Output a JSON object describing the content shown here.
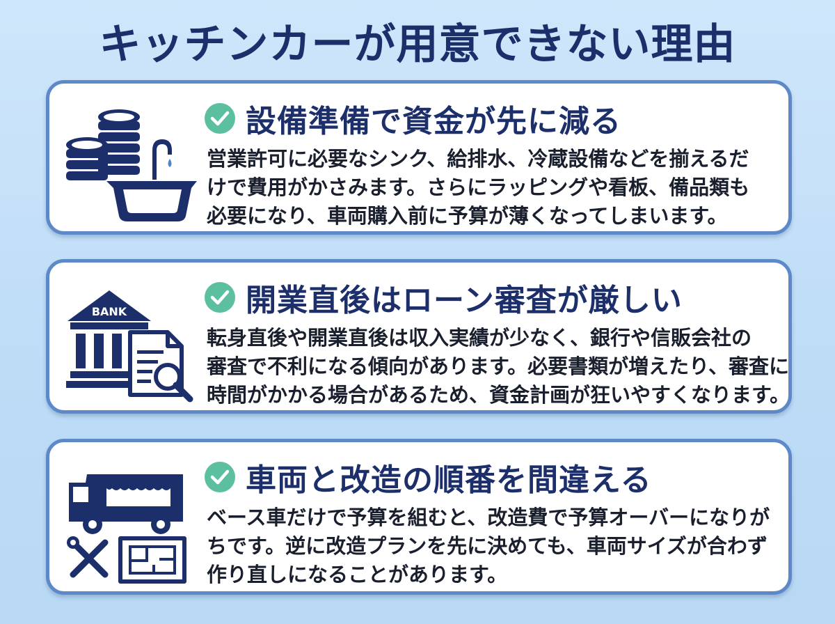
{
  "title": "キッチンカーが用意できない理由",
  "colors": {
    "navy": "#1c2f6b",
    "check_green": "#5bbfa0",
    "card_border": "#5e89c8",
    "background": "#c4dff6"
  },
  "cards": [
    {
      "icon": "coins-and-sink-icon",
      "heading": "設備準備で資金が先に減る",
      "lines": [
        "営業許可に必要なシンク、給排水、冷蔵設備などを揃えるだ",
        "けで費用がかさみます。さらにラッピングや看板、備品類も",
        "必要になり、車両購入前に予算が薄くなってしまいます。"
      ]
    },
    {
      "icon": "bank-and-document-icon",
      "bank_label": "BANK",
      "heading": "開業直後はローン審査が厳しい",
      "lines": [
        "転身直後や開業直後は収入実績が少なく、銀行や信販会社の",
        "審査で不利になる傾向があります。必要書類が増えたり、審査に",
        "時間がかかる場合があるため、資金計画が狂いやすくなります。"
      ]
    },
    {
      "icon": "food-truck-and-tools-icon",
      "heading": "車両と改造の順番を間違える",
      "lines": [
        "ベース車だけで予算を組むと、改造費で予算オーバーになりが",
        "ちです。逆に改造プランを先に決めても、車両サイズが合わず",
        "作り直しになることがあります。"
      ]
    }
  ]
}
